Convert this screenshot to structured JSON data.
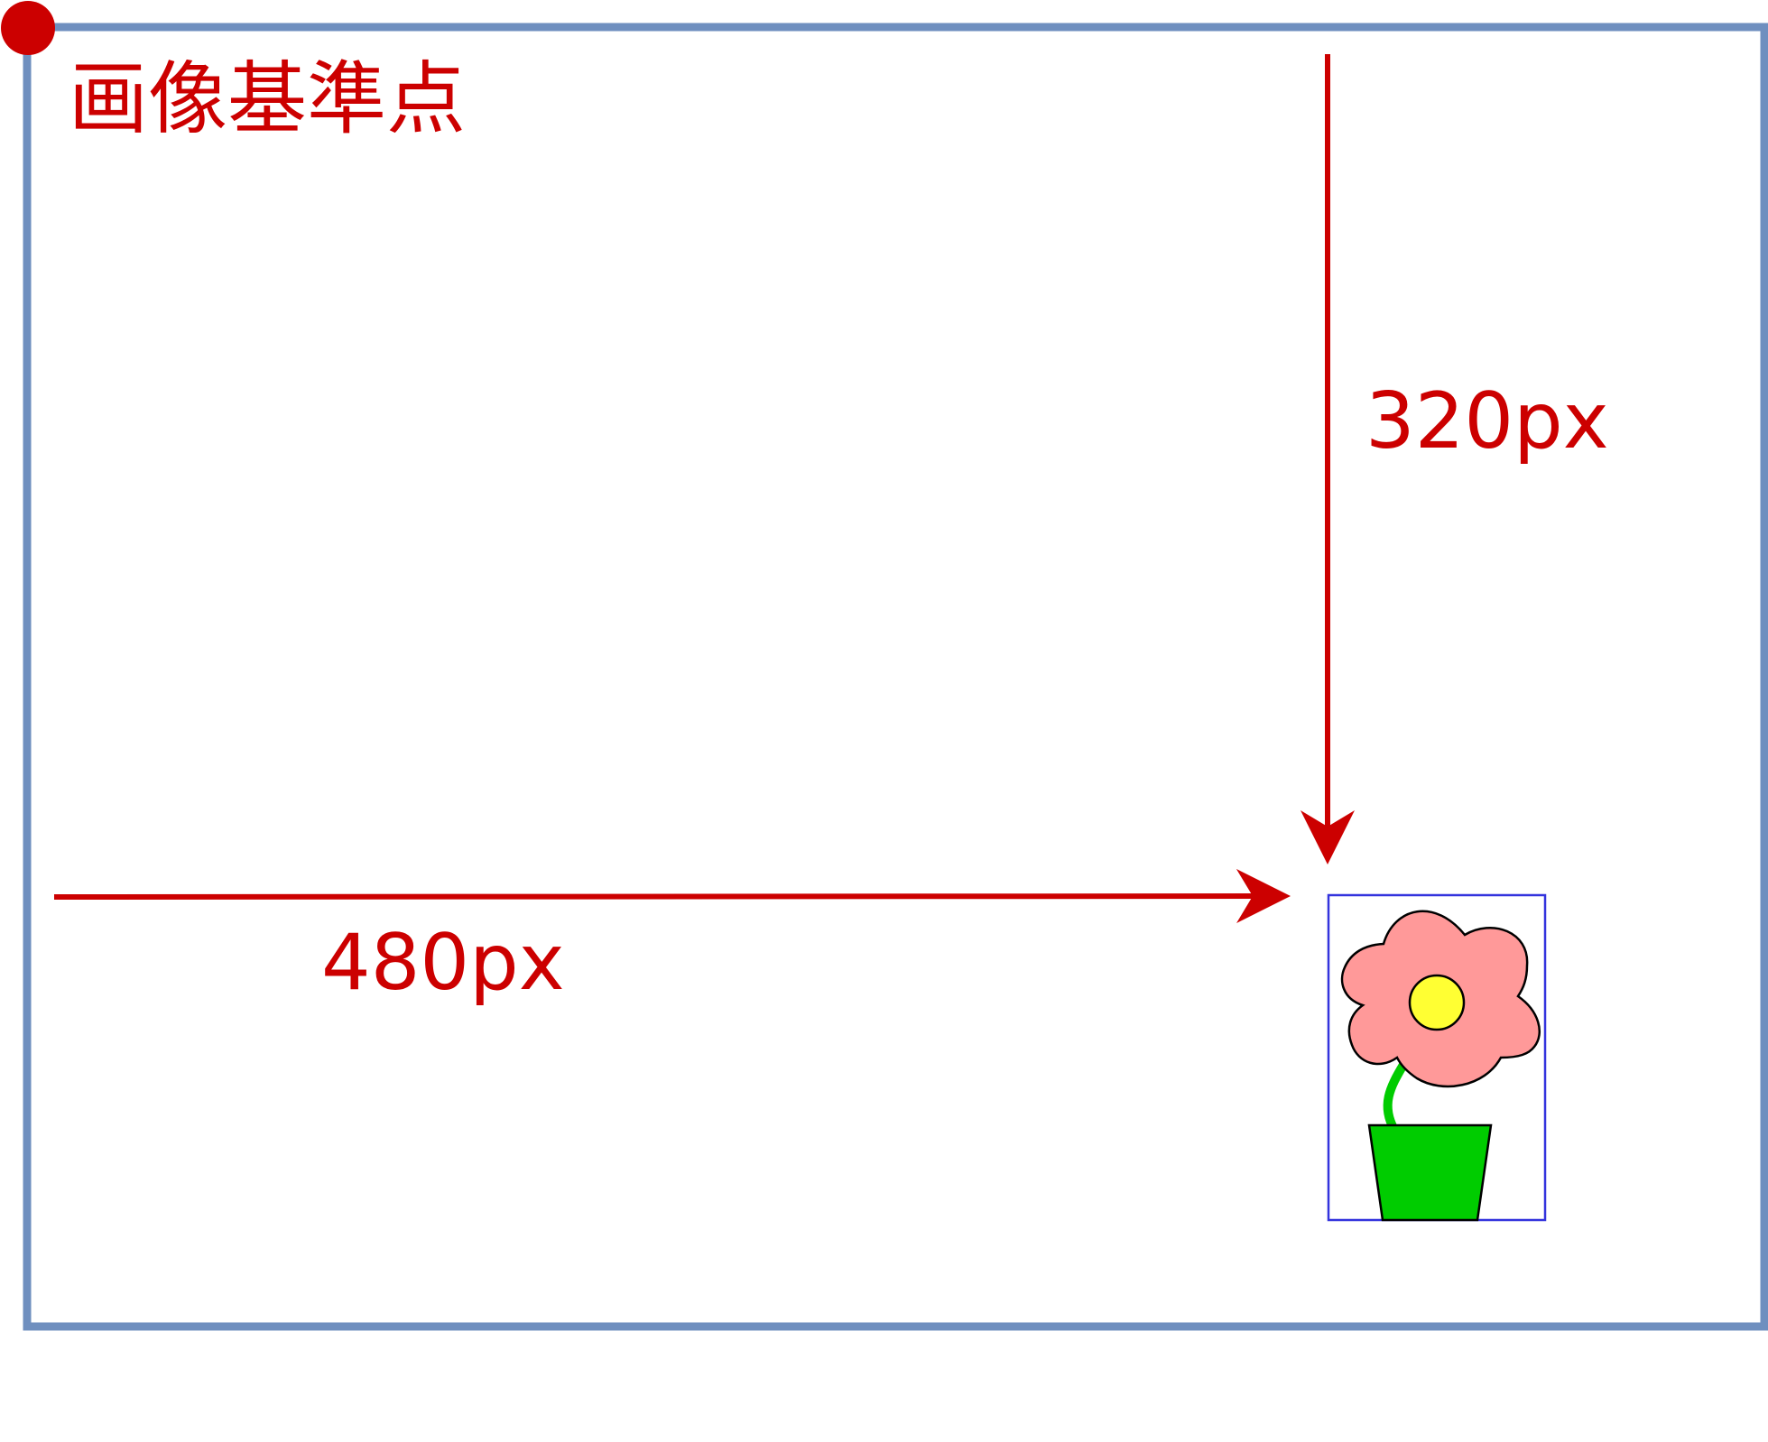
{
  "labels": {
    "origin": "画像基準点",
    "vertical_offset": "320px",
    "horizontal_offset": "480px"
  },
  "colors": {
    "frame_border": "#6f8fbf",
    "origin_dot": "#cc0000",
    "arrow": "#cc0000",
    "label_text": "#cc0000",
    "target_box": "#3333dd",
    "petals": "#ff9999",
    "flower_center": "#ffff33",
    "pot": "#00cc00",
    "stem": "#00cc00",
    "outline": "#000000"
  },
  "target_image": {
    "icon": "flower-pot-icon"
  }
}
